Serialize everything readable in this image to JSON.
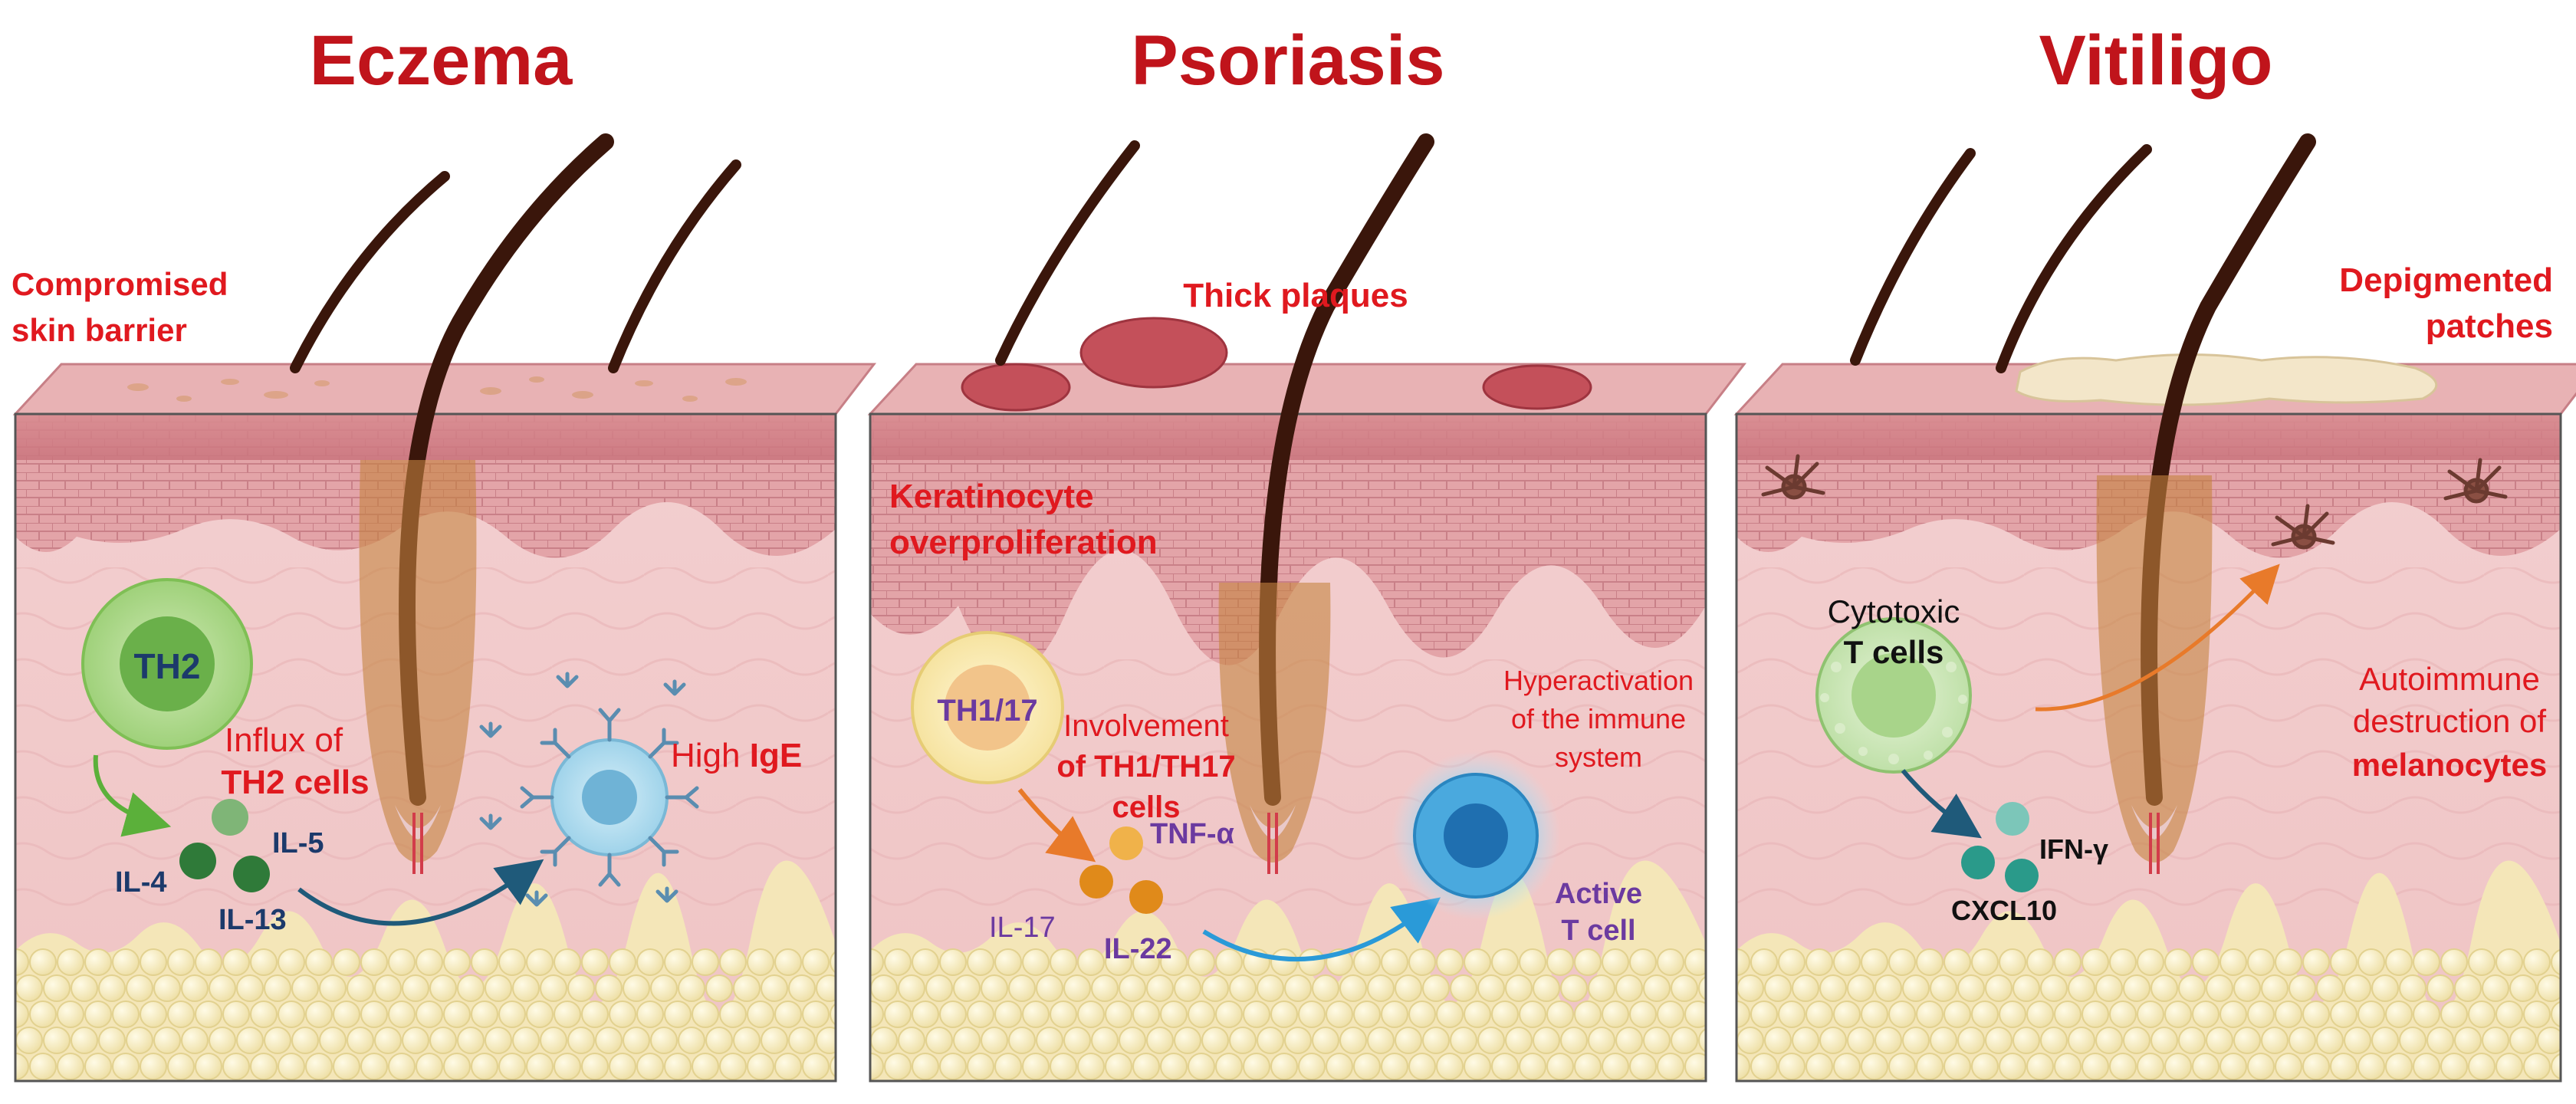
{
  "colors": {
    "title_red": "#c0141b",
    "label_red": "#e0191f",
    "navy": "#1c3a6b",
    "purple": "#6b3aa0",
    "black": "#111111"
  },
  "panels": [
    {
      "title": "Eczema",
      "barrier": [
        "Compromised",
        "skin barrier"
      ],
      "cell": "TH2",
      "influx": [
        "Influx of",
        "TH2 cells"
      ],
      "cytokines": [
        "IL-5",
        "IL-4",
        "IL-13"
      ],
      "high_prefix": "High ",
      "high_bold": "IgE"
    },
    {
      "title": "Psoriasis",
      "plaques": "Thick plaques",
      "kerat": [
        "Keratinocyte",
        "overproliferation"
      ],
      "cell": "TH1/17",
      "involvement": [
        "Involvement",
        "of TH1/TH17",
        "cells"
      ],
      "hyper": [
        "Hyperactivation",
        "of the immune",
        "system"
      ],
      "cytokines": [
        "TNF-α",
        "IL-17",
        "IL-22"
      ],
      "active": [
        "Active",
        "T cell"
      ]
    },
    {
      "title": "Vitiligo",
      "depig": [
        "Depigmented",
        "patches"
      ],
      "cyto": [
        "Cytotoxic",
        "T cells"
      ],
      "auto": [
        "Autoimmune",
        "destruction of",
        "melanocytes"
      ],
      "cytokines": [
        "IFN-γ",
        "CXCL10"
      ]
    }
  ]
}
